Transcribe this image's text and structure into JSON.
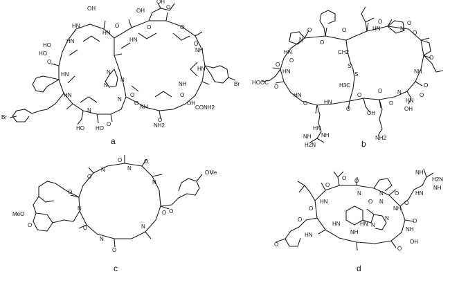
{
  "panels": [
    {
      "letter": "a",
      "atoms": [
        "OH",
        "OH",
        "O",
        "HO",
        "O",
        "O",
        "O",
        "O",
        "HN",
        "HN",
        "HN",
        "HN",
        "N",
        "N",
        "N",
        "N",
        "HN",
        "HN",
        "HN",
        "NH",
        "NH",
        "OH",
        "NH",
        "O",
        "N",
        "O",
        "O",
        "HO",
        "HO",
        "HO",
        "O",
        "OH",
        "CONH2",
        "O",
        "O",
        "NH2",
        "Br",
        "Br"
      ]
    },
    {
      "letter": "b",
      "atoms": [
        "O",
        "O",
        "N",
        "O",
        "HN",
        "O",
        "O",
        "N",
        "HN",
        "O",
        "O",
        "NH",
        "CH2",
        "S",
        "S",
        "H3C",
        "HN",
        "O",
        "N",
        "O",
        "O",
        "HN",
        "HN",
        "O",
        "O",
        "HN",
        "O",
        "O",
        "OH",
        "OH",
        "HN",
        "NH",
        "NH",
        "H2N",
        "HOOC",
        "NH2",
        "O",
        "O",
        "O"
      ]
    },
    {
      "letter": "c",
      "atoms": [
        "O",
        "N",
        "O",
        "N",
        "MeO",
        "O",
        "N",
        "O",
        "O",
        "N",
        "N",
        "OMe",
        "O",
        "O",
        "O",
        "N",
        "O"
      ]
    },
    {
      "letter": "d",
      "atoms": [
        "NH",
        "H2N",
        "NH",
        "N",
        "HN",
        "O",
        "O",
        "N",
        "O",
        "HN",
        "O",
        "NH",
        "O",
        "O",
        "NH",
        "HN",
        "N",
        "NH",
        "N",
        "HN",
        "O",
        "O",
        "O",
        "HN",
        "OH",
        "O",
        "N",
        "O"
      ]
    }
  ]
}
